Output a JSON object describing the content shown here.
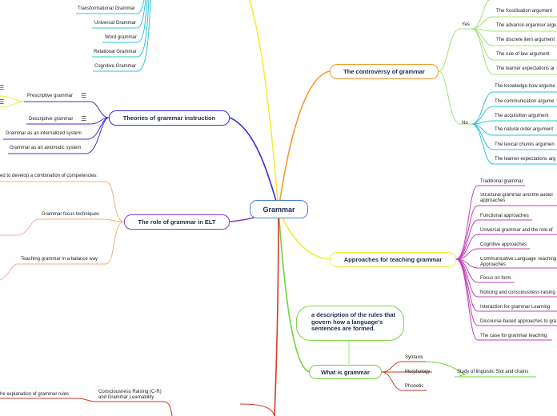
{
  "root": {
    "label": "Grammar"
  },
  "colors": {
    "theories": "#3b2fd4",
    "elt": "#8a3ad6",
    "controversy": "#f29a2e",
    "approaches": "#f3ea3a",
    "what": "#6cd636",
    "red": "#d23a2a"
  },
  "theories": {
    "title": "Theories of grammar instruction",
    "items": [
      {
        "label": "Prescriptive grammar",
        "icon": "list-icon"
      },
      {
        "label": "Descriptive grammar",
        "icon": "list-icon"
      },
      {
        "label": "Grammar as an internalized system"
      },
      {
        "label": "Grammar as an axiomatic system"
      }
    ]
  },
  "grammars": [
    "Transformational Grammar",
    "Universal Grammar",
    "Word grammar",
    "Relational Grammar",
    "Cognitive Grammar"
  ],
  "elt": {
    "title": "The role of grammar in ELT",
    "items": [
      "ed to develop a combination of competencies:",
      "Grammar focus techniques",
      "Teaching grammar in a balance way"
    ]
  },
  "controversy": {
    "title": "The controversy of grammar",
    "yes": {
      "label": "Yes",
      "items": [
        "The fossilisation argument",
        "The advance-organiser argu",
        "The discrete item argument",
        "The rule-of law argument",
        "The learner expectations ar"
      ]
    },
    "no": {
      "label": "No",
      "items": [
        "The knowledge-how argume",
        "The communication argume",
        "The acquisition argument",
        "The natural order argument",
        "The lexical chunks argumen",
        "The learner expectations arg"
      ]
    }
  },
  "approaches": {
    "title": "Approaches for teaching grammar",
    "items": [
      "Traditional grammar",
      "Structural grammar and the audiol approaches",
      "Functional approaches",
      "Universal grammar and the role of",
      "Cognitive approaches",
      "Communicative Language Teaching Approaches",
      "Focus on form",
      "Noticing and consciousness raising",
      "Interaction for grammar Learning",
      "Discourse-based approaches to gra",
      "The case for grammar teaching"
    ]
  },
  "what": {
    "title": "What is grammar",
    "note": "a description of the rules that govern how a language's sentences are formed.",
    "items": [
      "Syntaxis",
      "Morphology",
      "Phonetic"
    ],
    "link_label": "Study of linguistic Slot and chains"
  },
  "bottom": {
    "cr_label": "Consciousness Raising (C-R) and Grammar Learnability",
    "explanation_label": "he explanation of grammar rules"
  }
}
